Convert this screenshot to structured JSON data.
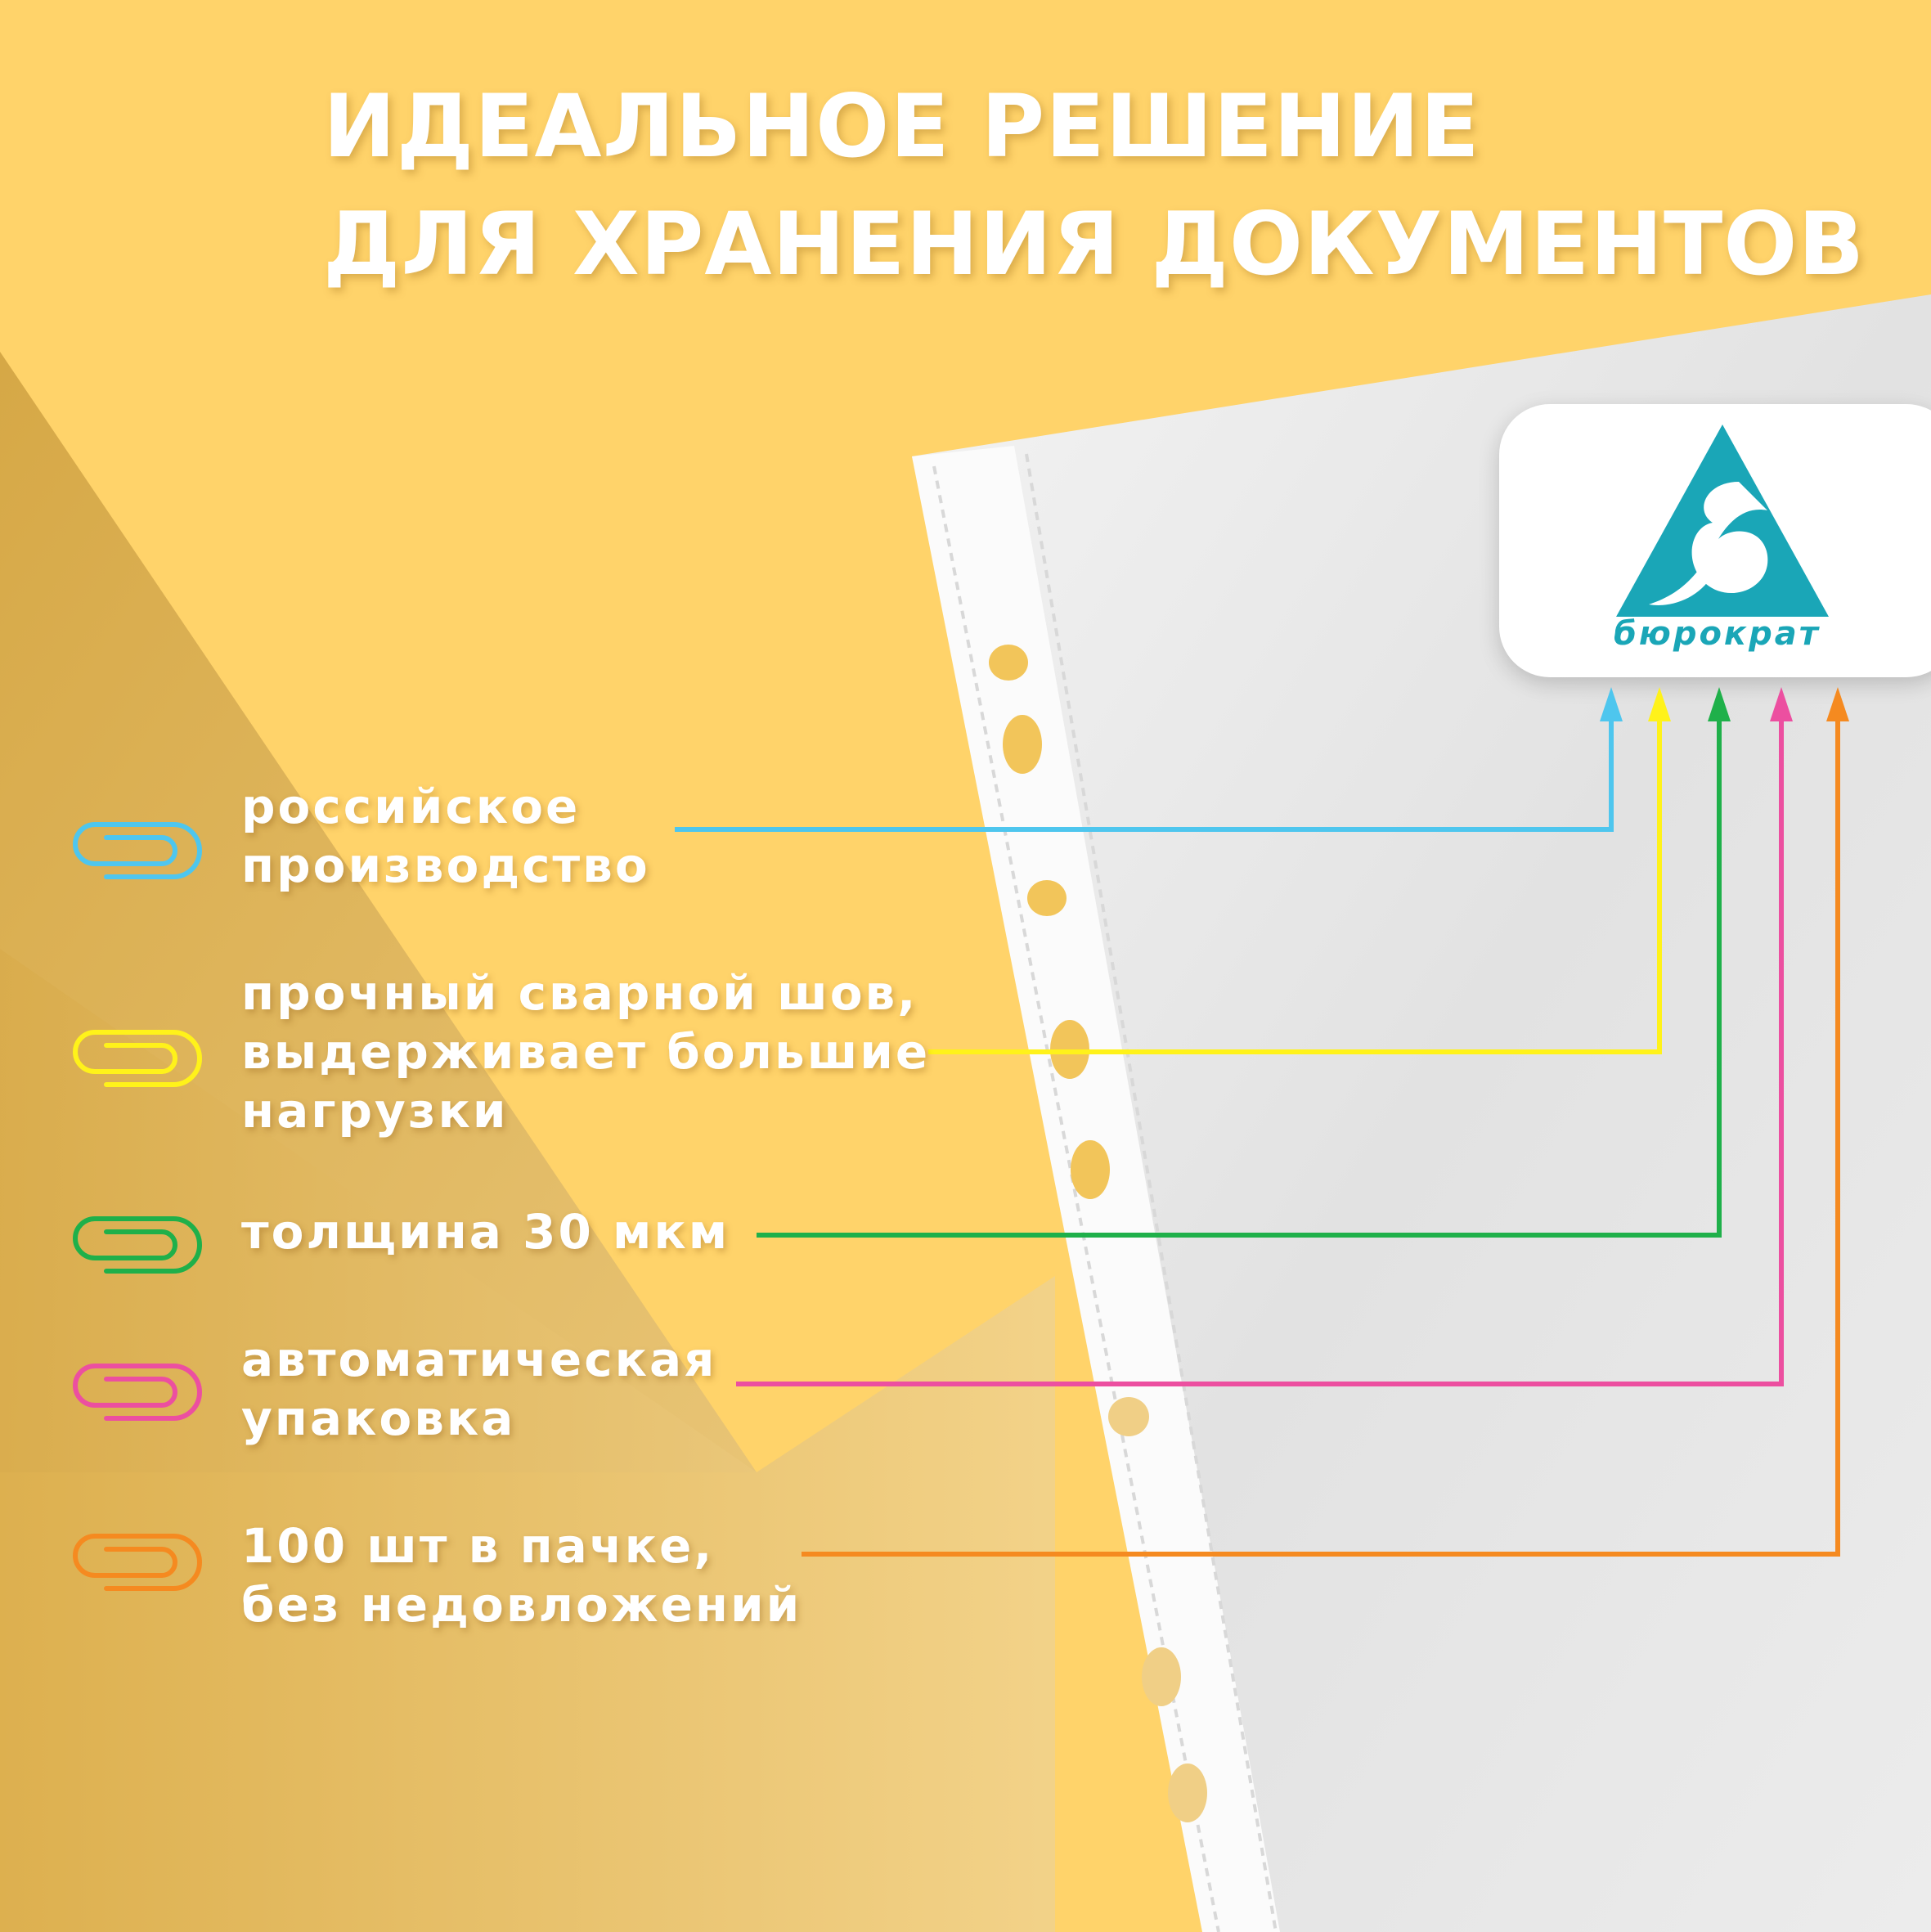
{
  "headline": {
    "line1": "ИДЕАЛЬНОЕ РЕШЕНИЕ",
    "line2": "ДЛЯ ХРАНЕНИЯ ДОКУМЕНТОВ"
  },
  "brand": {
    "name": "бюрократ",
    "color": "#1aa6b7"
  },
  "features": [
    {
      "lines": [
        "российское",
        "производство"
      ],
      "color": "#4ec6ee",
      "icon": "paperclip-icon"
    },
    {
      "lines": [
        "прочный сварной шов,",
        "выдерживает большие",
        "нагрузки"
      ],
      "color": "#fff21a",
      "icon": "paperclip-icon"
    },
    {
      "lines": [
        "толщина 30 мкм"
      ],
      "color": "#1fb04a",
      "icon": "paperclip-icon"
    },
    {
      "lines": [
        "автоматическая",
        "упаковка"
      ],
      "color": "#ec4fa0",
      "icon": "paperclip-icon"
    },
    {
      "lines": [
        "100 шт в пачке,",
        "без недовложений"
      ],
      "color": "#f58a20",
      "icon": "paperclip-icon"
    }
  ],
  "colors": {
    "background": "#ffd36a",
    "background_shadow": "#d9ad4a",
    "sheet": "#e6e6e6",
    "title_text": "#ffffff"
  }
}
